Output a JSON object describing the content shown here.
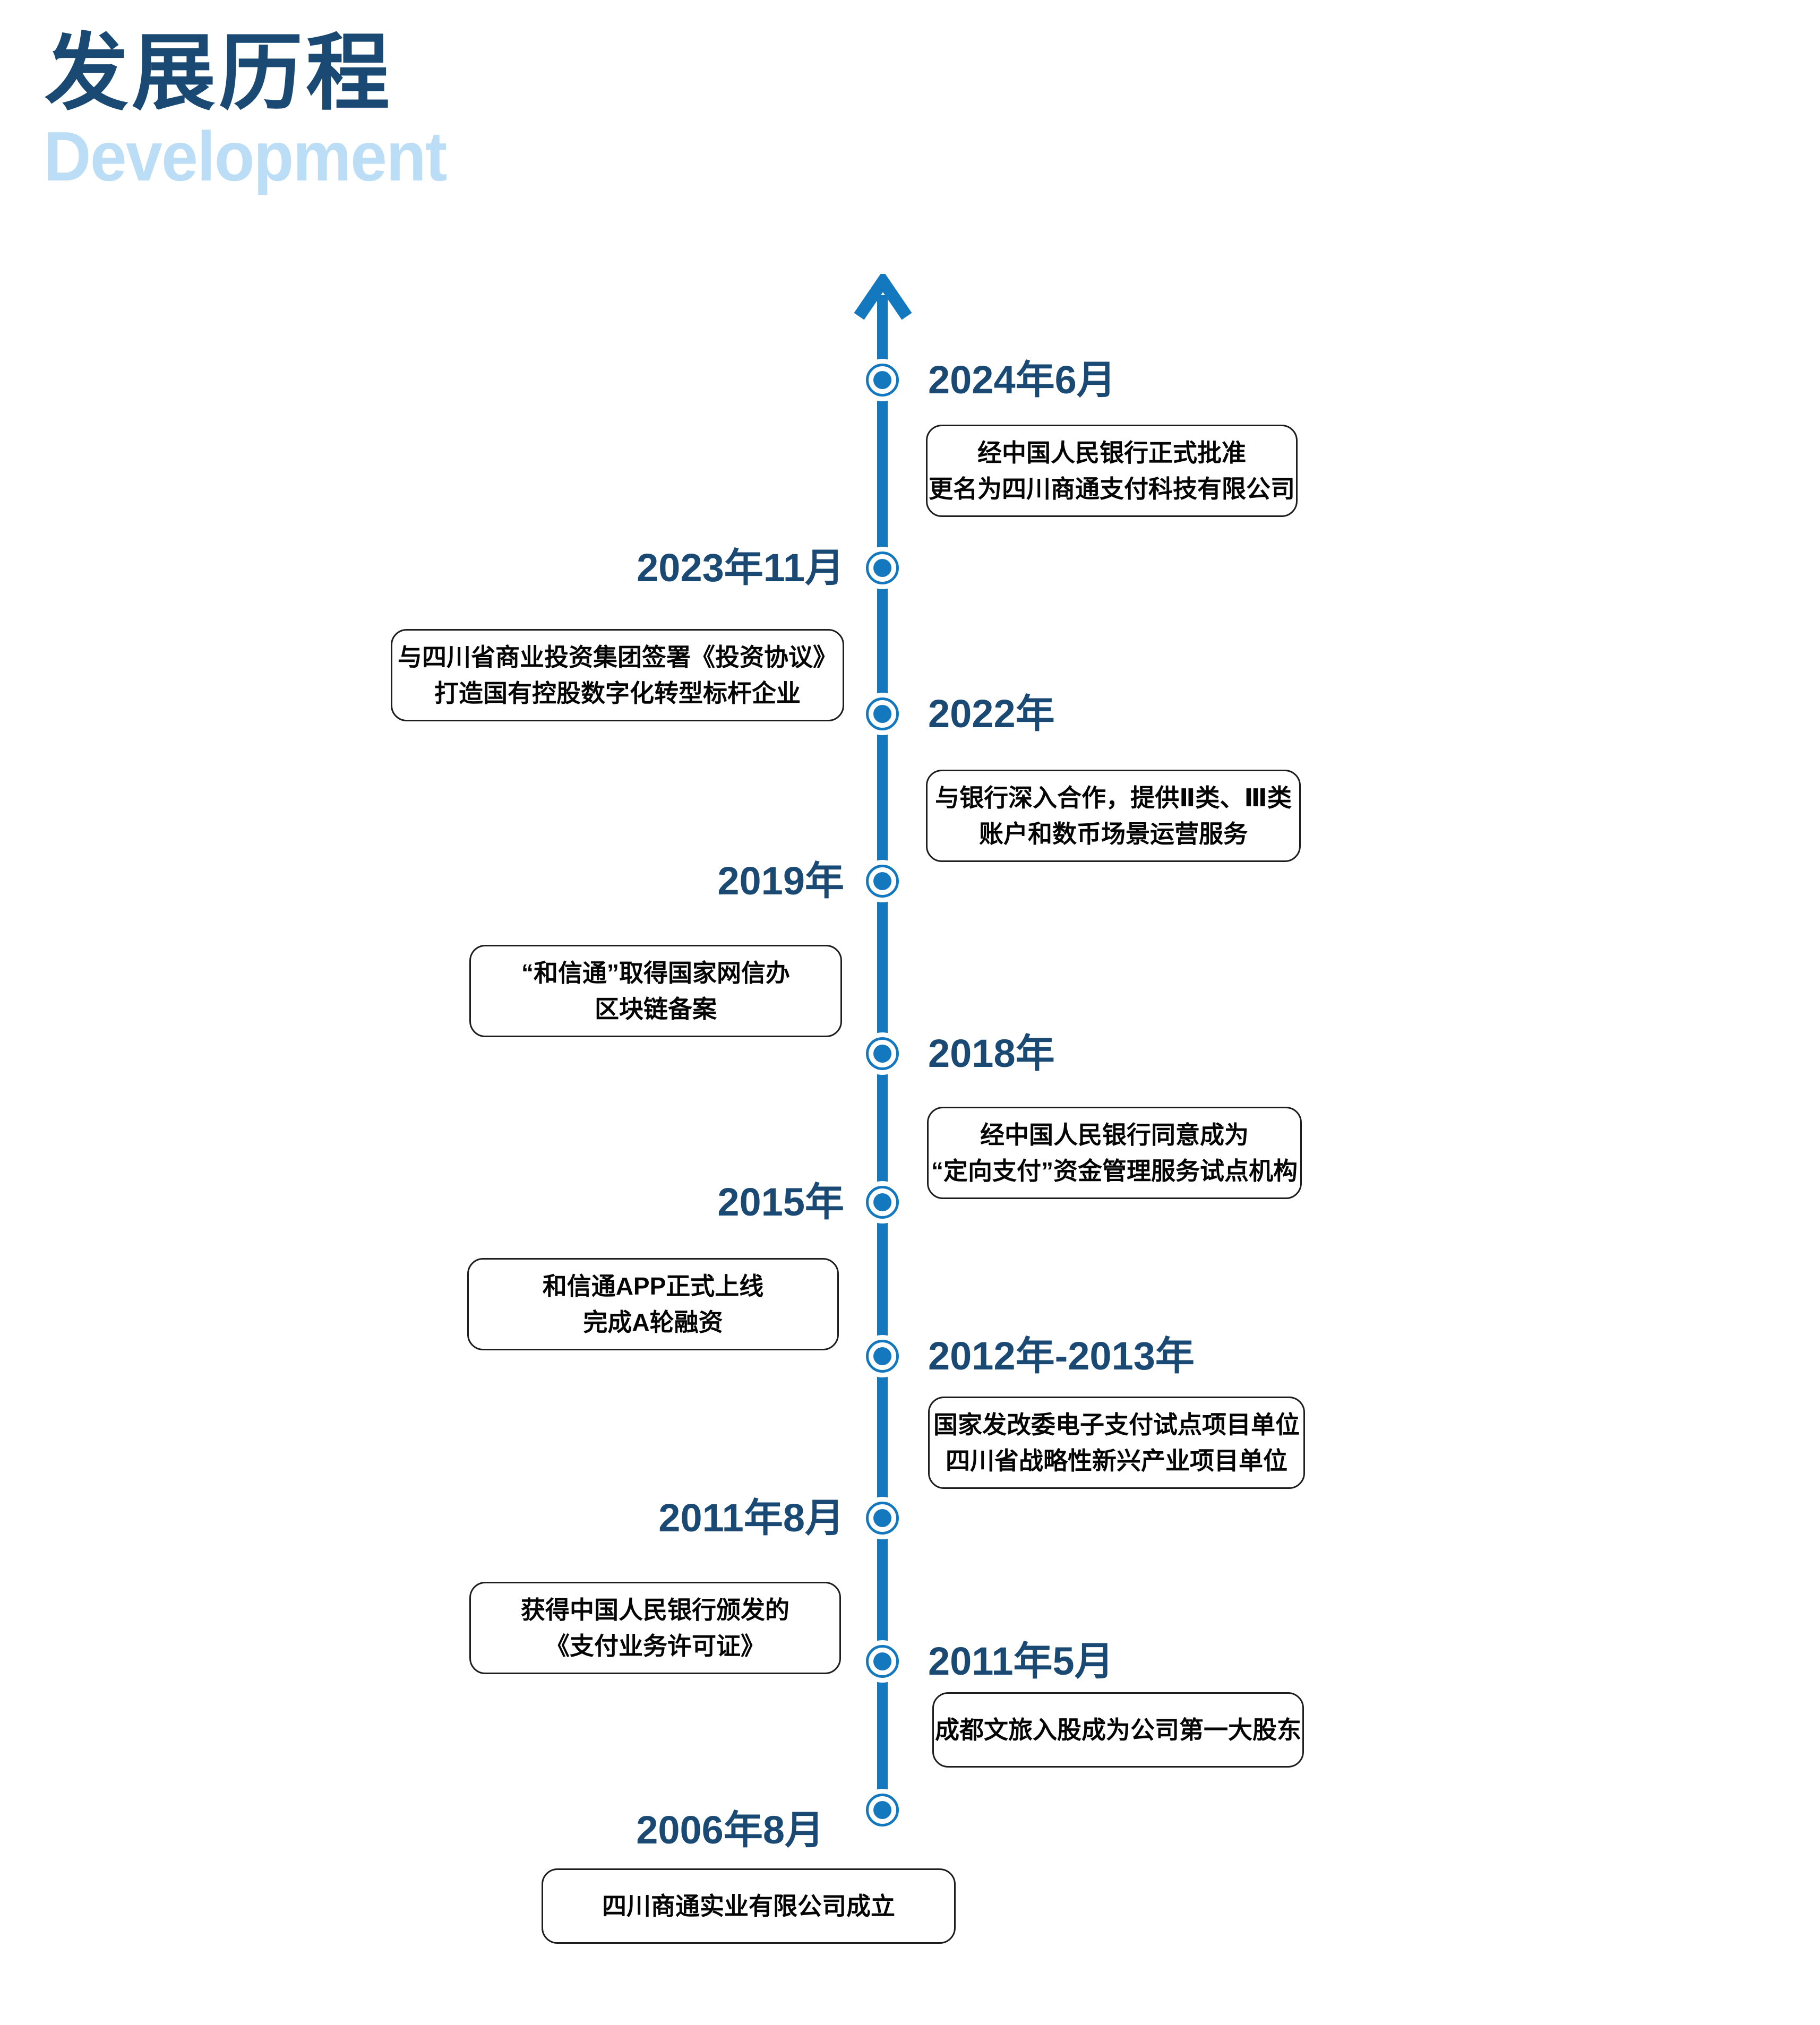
{
  "header": {
    "title_cn": "发展历程",
    "title_en": "Development"
  },
  "colors": {
    "timeline_blue": "#1478BF",
    "date_navy": "#1A4A74",
    "subtitle_light_blue": "#BBDDF6",
    "card_border": "#1d1d1d",
    "card_text": "#050505"
  },
  "timeline": {
    "entries": [
      {
        "date": "2024年6月",
        "side": "right",
        "lines": [
          "经中国人民银行正式批准",
          "更名为四川商通支付科技有限公司"
        ]
      },
      {
        "date": "2023年11月",
        "side": "left",
        "lines": [
          "与四川省商业投资集团签署《投资协议》",
          "打造国有控股数字化转型标杆企业"
        ]
      },
      {
        "date": "2022年",
        "side": "right",
        "lines": [
          "与银行深入合作，提供Ⅱ类、Ⅲ类",
          "账户和数币场景运营服务"
        ]
      },
      {
        "date": "2019年",
        "side": "left",
        "lines": [
          "“和信通”取得国家网信办",
          "区块链备案"
        ]
      },
      {
        "date": "2018年",
        "side": "right",
        "lines": [
          "经中国人民银行同意成为",
          "“定向支付”资金管理服务试点机构"
        ]
      },
      {
        "date": "2015年",
        "side": "left",
        "lines": [
          "和信通APP正式上线",
          "完成A轮融资"
        ]
      },
      {
        "date": "2012年-2013年",
        "side": "right",
        "lines": [
          "国家发改委电子支付试点项目单位",
          "四川省战略性新兴产业项目单位"
        ]
      },
      {
        "date": "2011年8月",
        "side": "left",
        "lines": [
          "获得中国人民银行颁发的",
          "《支付业务许可证》"
        ]
      },
      {
        "date": "2011年5月",
        "side": "right",
        "lines": [
          "成都文旅入股成为公司第一大股东"
        ]
      },
      {
        "date": "2006年8月",
        "side": "left",
        "lines": [
          "四川商通实业有限公司成立"
        ]
      }
    ]
  }
}
